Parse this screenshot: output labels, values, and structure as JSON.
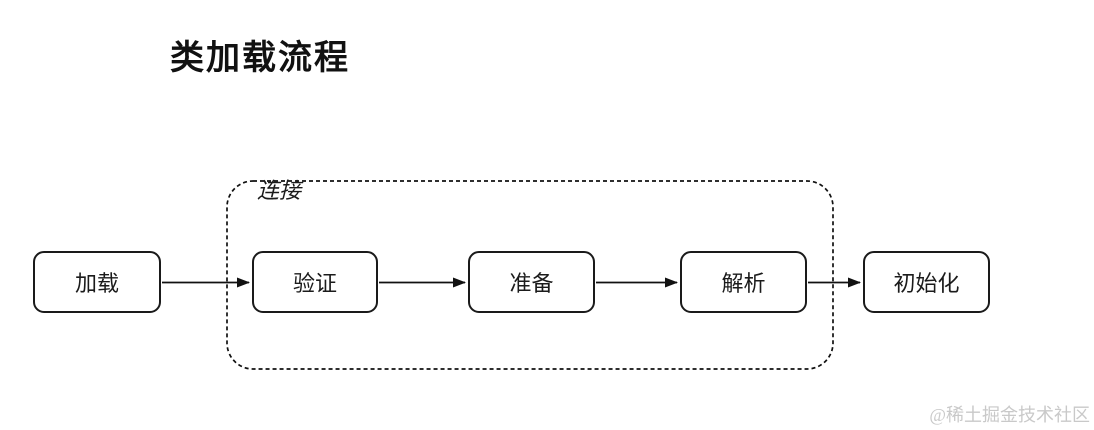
{
  "page": {
    "title": "类加载流程",
    "watermark": "@稀土掘金技术社区"
  },
  "diagram": {
    "type": "flowchart",
    "direction": "left-to-right",
    "group": {
      "label": "连接",
      "style": "dashed-rounded-rect",
      "contains": [
        "验证",
        "准备",
        "解析"
      ]
    },
    "nodes": [
      {
        "id": "load",
        "label": "加载"
      },
      {
        "id": "verify",
        "label": "验证"
      },
      {
        "id": "prepare",
        "label": "准备"
      },
      {
        "id": "resolve",
        "label": "解析"
      },
      {
        "id": "init",
        "label": "初始化"
      }
    ],
    "edges": [
      {
        "from": "加载",
        "to": "验证"
      },
      {
        "from": "验证",
        "to": "准备"
      },
      {
        "from": "准备",
        "to": "解析"
      },
      {
        "from": "解析",
        "to": "初始化"
      }
    ]
  },
  "colors": {
    "background": "#ffffff",
    "stroke": "#111111",
    "node_border": "#1a1a1a",
    "text": "#1b1b1b",
    "watermark": "#c9c9c9"
  }
}
